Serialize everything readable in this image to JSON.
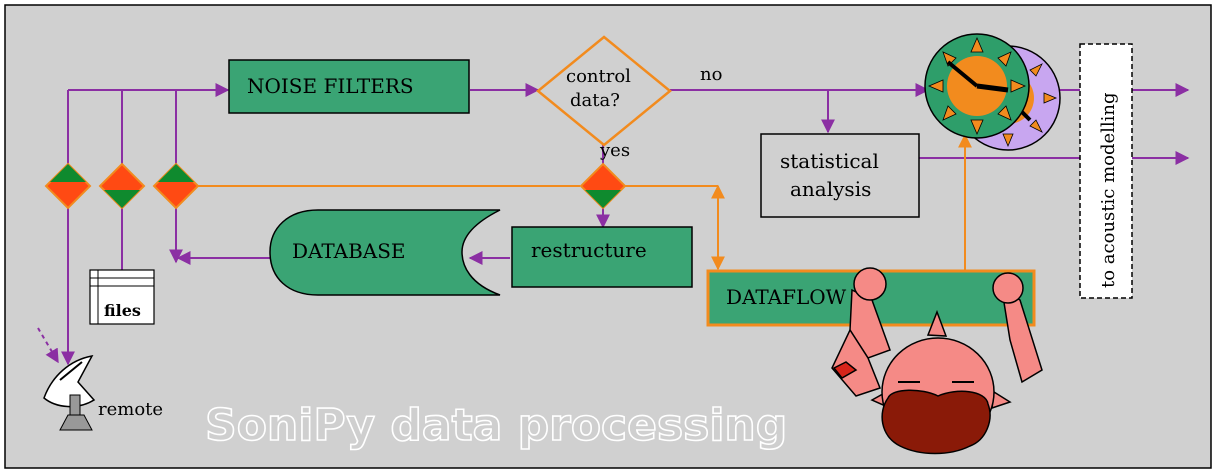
{
  "labels": {
    "noise_filters": "NOISE FILTERS",
    "control_line1": "control",
    "control_line2": "data?",
    "no": "no",
    "yes": "yes",
    "stat_line1": "statistical",
    "stat_line2": "analysis",
    "database": "DATABASE",
    "restructure": "restructure",
    "dataflow": "DATAFLOW",
    "files": "files",
    "remote": "remote",
    "acoustic": "to acoustic modelling"
  },
  "watermark": "SoniPy data processing",
  "colors": {
    "panel": "#d0d0d0",
    "box_green": "#3aa474",
    "arrow_purple": "#8b2fa3",
    "arrow_orange": "#f28b1e",
    "diamond_red": "#ff4a13",
    "diamond_green": "#0f8a2e",
    "clock_green": "#2e9e6a",
    "clock_purple": "#c8a6f0",
    "skin": "#f58a86",
    "beard": "#8a1a08"
  },
  "icons": [
    "satellite-dish-icon",
    "clock-icon",
    "person-figure"
  ]
}
